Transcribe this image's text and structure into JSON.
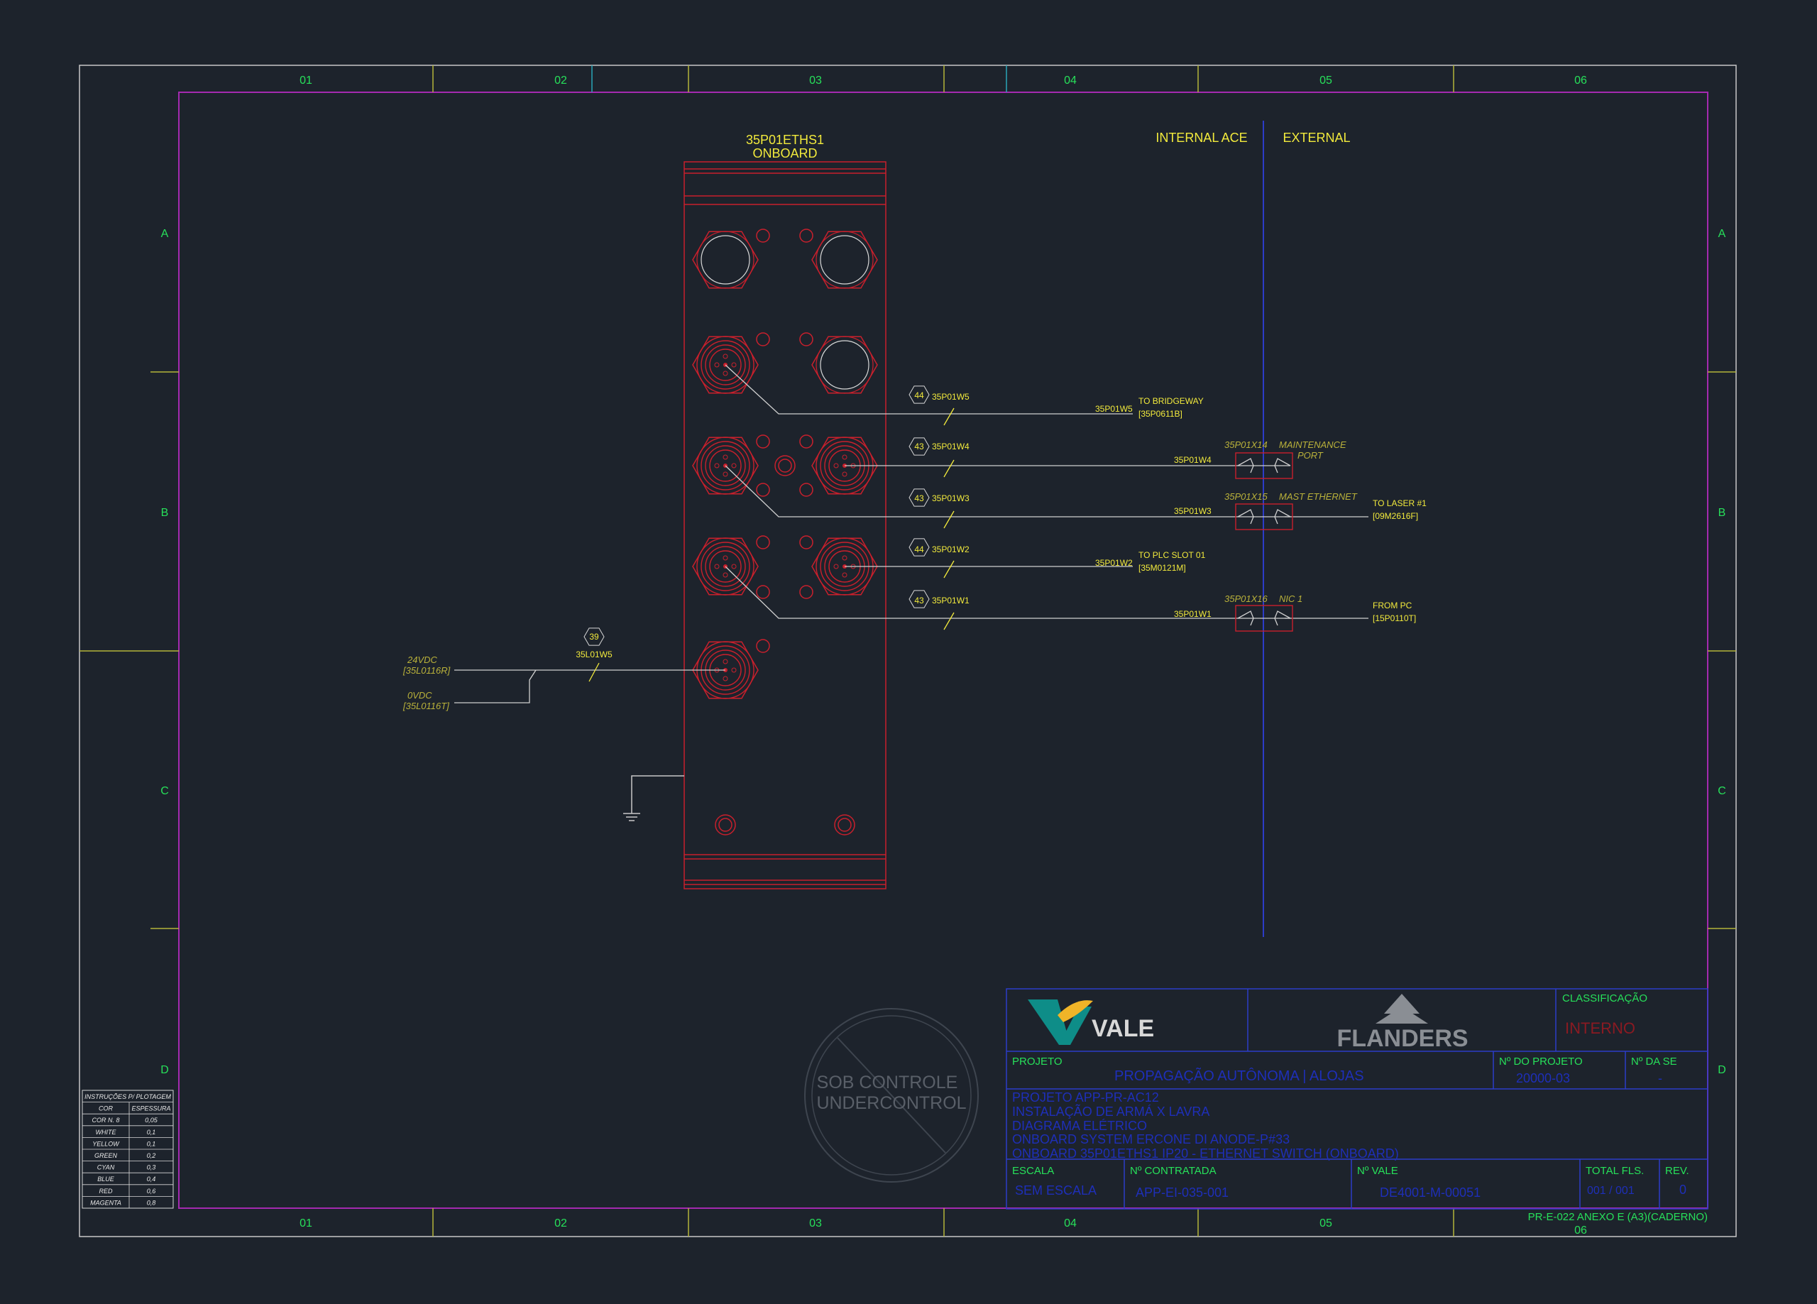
{
  "zones": {
    "columns": [
      "01",
      "02",
      "03",
      "04",
      "05",
      "06"
    ],
    "rows": [
      "A",
      "B",
      "C",
      "D"
    ]
  },
  "device": {
    "name": "35P01ETHS1",
    "location": "ONBOARD"
  },
  "sections": {
    "internal": "INTERNAL ACE",
    "external": "EXTERNAL"
  },
  "cables": [
    {
      "tag": "44",
      "label": "35P01W5",
      "end_label": "35P01W5",
      "dest": "TO BRIDGEWAY",
      "dest_ref": "[35P0611B]"
    },
    {
      "tag": "43",
      "label": "35P01W4",
      "end_label": "35P01W4",
      "connector": "35P01X14",
      "connector_desc": "MAINTENANCE",
      "connector_desc2": "PORT"
    },
    {
      "tag": "43",
      "label": "35P01W3",
      "end_label": "35P01W3",
      "connector": "35P01X15",
      "connector_desc": "MAST ETHERNET",
      "dest": "TO LASER #1",
      "dest_ref": "[09M2616F]"
    },
    {
      "tag": "44",
      "label": "35P01W2",
      "end_label": "35P01W2",
      "dest": "TO PLC SLOT 01",
      "dest_ref": "[35M0121M]"
    },
    {
      "tag": "43",
      "label": "35P01W1",
      "end_label": "35P01W1",
      "connector": "35P01X16",
      "connector_desc": "NIC 1",
      "dest": "FROM PC",
      "dest_ref": "[15P0110T]"
    }
  ],
  "power": {
    "tag": "39",
    "cable": "35L01W5",
    "v24": "24VDC",
    "v24_ref": "[35L0116R]",
    "v0": "0VDC",
    "v0_ref": "[35L0116T]"
  },
  "stamp": {
    "line1": "SOB CONTROLE",
    "line2": "UNDERCONTROL"
  },
  "legend": {
    "title": "INSTRUÇÕES P/ PLOTAGEM",
    "headers": [
      "COR",
      "ESPESSURA"
    ],
    "rows": [
      [
        "COR N. 8",
        "0,05"
      ],
      [
        "WHITE",
        "0,1"
      ],
      [
        "YELLOW",
        "0,1"
      ],
      [
        "GREEN",
        "0,2"
      ],
      [
        "CYAN",
        "0,3"
      ],
      [
        "BLUE",
        "0,4"
      ],
      [
        "RED",
        "0,6"
      ],
      [
        "MAGENTA",
        "0,8"
      ]
    ]
  },
  "title_block": {
    "vale_text": "VALE",
    "flanders_text": "FLANDERS",
    "classificacao_label": "CLASSIFICAÇÃO",
    "classificacao_value": "INTERNO",
    "projeto_label": "PROJETO",
    "projeto_value": "PROPAGAÇÃO AUTÔNOMA | ALOJAS",
    "nprojeto_label": "Nº DO PROJETO",
    "nprojeto_value": "20000-03",
    "nse_label": "Nº DA SE",
    "nse_value": "-",
    "desc_lines": [
      "PROJETO APP-PR-AC12",
      "INSTALAÇÃO DE ARMÁ X LAVRA",
      "DIAGRAMA ELÉTRICO",
      "ONBOARD SYSTEM ERCONE DI ANODE-P#33",
      "ONBOARD 35P01ETHS1 IP20 - ETHERNET SWITCH (ONBOARD)"
    ],
    "escala_label": "ESCALA",
    "escala_value": "SEM ESCALA",
    "ncontratada_label": "Nº CONTRATADA",
    "ncontratada_value": "APP-EI-035-001",
    "nvale_label": "Nº VALE",
    "nvale_value": "DE4001-M-00051",
    "totalfls_label": "TOTAL FLS.",
    "totalfls_value": "001 / 001",
    "rev_label": "REV.",
    "rev_value": "0",
    "form_ref": "PR-E-022 ANEXO E (A3)(CADERNO)"
  },
  "colors": {
    "background": "#1d232c",
    "zone_text": "#27e05a",
    "label_yellow": "#f2ea3c",
    "device_red": "#c8202c",
    "wire_white": "#d0d0d0",
    "frame_magenta": "#a42ab0",
    "separator_blue": "#2c3cc8"
  }
}
